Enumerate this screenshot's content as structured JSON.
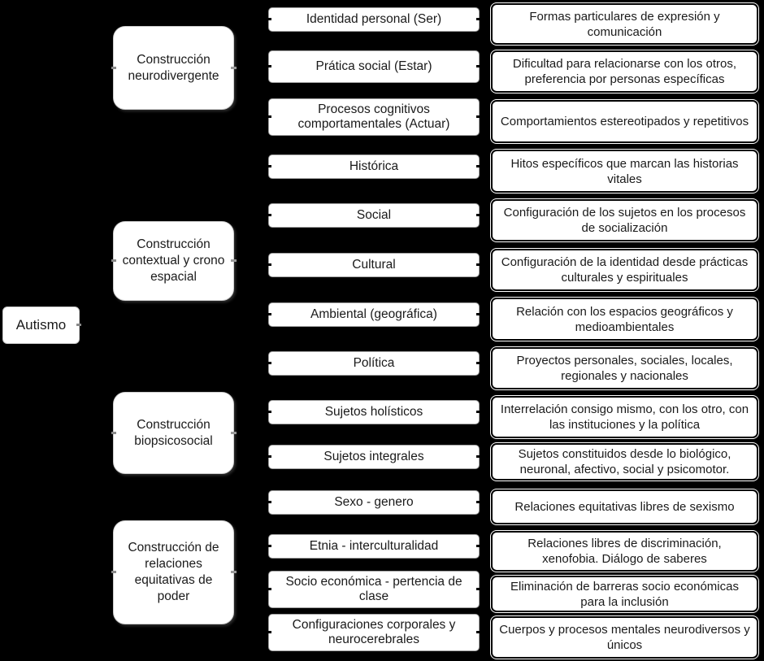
{
  "colors": {
    "background": "#000000",
    "node_fill": "#ffffff",
    "node_text": "#1a1a1a",
    "description_border": "#000000"
  },
  "root": {
    "label": "Autismo"
  },
  "groups": [
    {
      "label": "Construcción neurodivergente",
      "rows": [
        {
          "label": "Identidad personal (Ser)",
          "description": "Formas particulares de expresión y comunicación"
        },
        {
          "label": "Prática social (Estar)",
          "description": "Dificultad para relacionarse con los otros, preferencia por personas específicas"
        },
        {
          "label": "Procesos cognitivos comportamentales (Actuar)",
          "description": "Comportamientos estereotipados y repetitivos"
        }
      ]
    },
    {
      "label": "Construcción contextual y crono espacial",
      "rows": [
        {
          "label": "Histórica",
          "description": "Hitos específicos que marcan las historias vitales"
        },
        {
          "label": "Social",
          "description": "Configuración de los sujetos en los procesos de socialización"
        },
        {
          "label": "Cultural",
          "description": "Configuración de la identidad desde prácticas culturales y espirituales"
        },
        {
          "label": "Ambiental (geográfica)",
          "description": "Relación con los espacios geográficos y medioambientales"
        },
        {
          "label": "Política",
          "description": "Proyectos personales, sociales, locales, regionales y nacionales"
        }
      ]
    },
    {
      "label": "Construcción biopsicosocial",
      "rows": [
        {
          "label": "Sujetos holísticos",
          "description": "Interrelación consigo mismo, con los otro, con las instituciones y la política"
        },
        {
          "label": "Sujetos integrales",
          "description": "Sujetos constituidos desde lo biológico, neuronal, afectivo, social y psicomotor."
        }
      ]
    },
    {
      "label": "Construcción de relaciones equitativas de poder",
      "rows": [
        {
          "label": "Sexo - genero",
          "description": "Relaciones equitativas libres de sexismo"
        },
        {
          "label": "Etnia - interculturalidad",
          "description": "Relaciones libres de discriminación, xenofobia. Diálogo de saberes"
        },
        {
          "label": "Socio económica - pertencia de clase",
          "description": "Eliminación de barreras socio económicas para la inclusión"
        },
        {
          "label": "Configuraciones corporales y neurocerebrales",
          "description": "Cuerpos y procesos mentales neurodiversos y únicos"
        }
      ]
    }
  ]
}
